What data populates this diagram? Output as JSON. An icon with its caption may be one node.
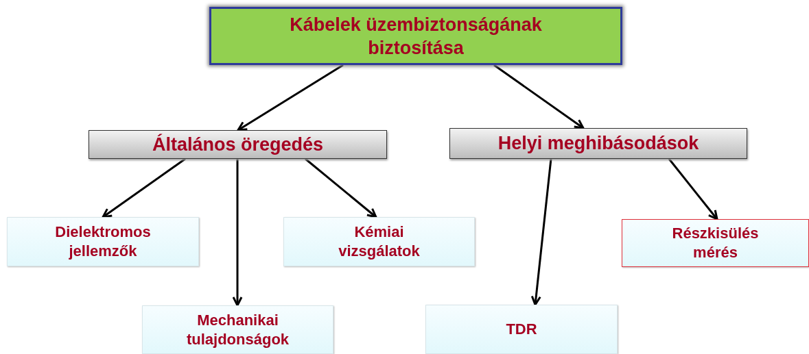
{
  "diagram": {
    "nodes": [
      {
        "text": [
          "Kábelek üzembiztonságának biztosítása"
        ]
      },
      {
        "text": [
          "Általános öregedés"
        ]
      },
      {
        "text": [
          "Helyi meghibásodások"
        ]
      },
      {
        "text": [
          "Dielektromos jellemzők"
        ]
      },
      {
        "text": [
          "Kémiai vizsgálatok"
        ]
      },
      {
        "text": [
          "Mechanikai tulajdonságok"
        ]
      },
      {
        "text": [
          "Részkisülés mérés"
        ]
      },
      {
        "text": [
          "TDR"
        ]
      }
    ],
    "edges": [
      {
        "from": 0,
        "to": 1,
        "arrow": "to"
      },
      {
        "from": 0,
        "to": 2,
        "arrow": "to"
      },
      {
        "from": 1,
        "to": 3,
        "arrow": "to"
      },
      {
        "from": 1,
        "to": 5,
        "arrow": "to"
      },
      {
        "from": 1,
        "to": 4,
        "arrow": "to"
      },
      {
        "from": 2,
        "to": 7,
        "arrow": "to"
      },
      {
        "from": 2,
        "to": 6,
        "arrow": "to"
      }
    ]
  }
}
